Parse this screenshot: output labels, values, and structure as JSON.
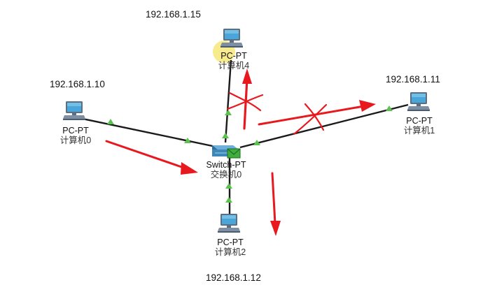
{
  "colors": {
    "link": "#1a1a1a",
    "link_light": "#3a7a2a",
    "link_indicator": "#5cc24f",
    "annotation": "#e8191e",
    "highlight": "#f6e77a",
    "device_screen": "#4aa6d8",
    "device_body": "#5a6f86",
    "switch_body": "#3d88b9",
    "mail_icon": "#3fae3f"
  },
  "nodes": {
    "pc4": {
      "type": "PC-PT",
      "name": "计算机4",
      "ip": "192.168.1.15",
      "icon": "pc-icon",
      "highlighted": true
    },
    "pc0": {
      "type": "PC-PT",
      "name": "计算机0",
      "ip": "192.168.1.10",
      "icon": "pc-icon"
    },
    "pc1": {
      "type": "PC-PT",
      "name": "计算机1",
      "ip": "192.168.1.11",
      "icon": "pc-icon"
    },
    "pc2": {
      "type": "PC-PT",
      "name": "计算机2",
      "ip": "192.168.1.12",
      "icon": "pc-icon"
    },
    "switch0": {
      "type": "Switch-PT",
      "name": "交换机0",
      "icon": "switch-icon",
      "badge": "envelope-icon"
    }
  },
  "links": [
    {
      "from": "pc0",
      "to": "switch0",
      "status": "up"
    },
    {
      "from": "pc1",
      "to": "switch0",
      "status": "up"
    },
    {
      "from": "pc2",
      "to": "switch0",
      "status": "up"
    },
    {
      "from": "pc4",
      "to": "switch0",
      "status": "up"
    }
  ],
  "annotations": [
    {
      "kind": "arrow",
      "meaning": "frame from 计算机0 into 交换机0"
    },
    {
      "kind": "arrow",
      "meaning": "frame from 交换机0 toward 计算机4",
      "crossed_out": true
    },
    {
      "kind": "arrow",
      "meaning": "frame from 交换机0 toward 计算机1",
      "crossed_out": true
    },
    {
      "kind": "arrow",
      "meaning": "frame from 交换机0 toward 计算机2"
    }
  ]
}
